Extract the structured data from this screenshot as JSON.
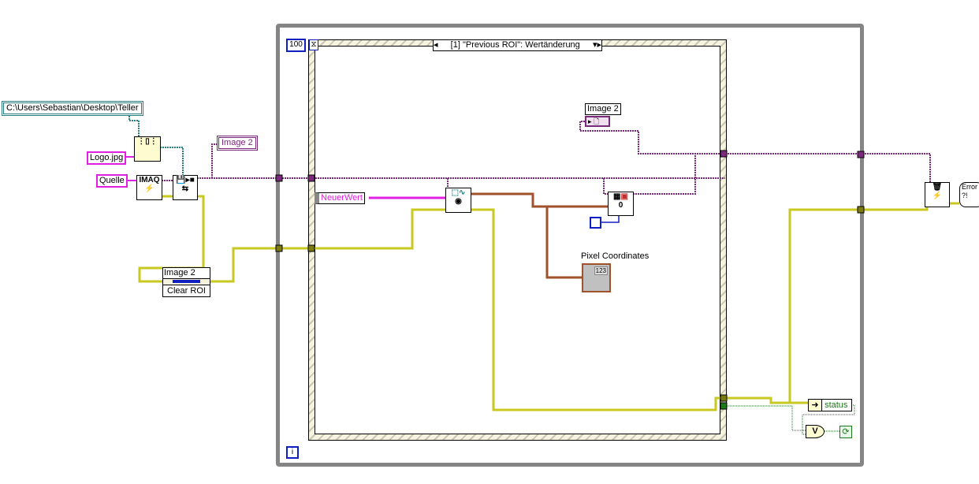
{
  "left": {
    "path_constant": "C:\\Users\\Sebastian\\Desktop\\Teller",
    "file_name": "Logo.jpg",
    "image_name": "Quelle",
    "imaq_node": "IMAQ",
    "image_indicator": "Image 2",
    "property_node": {
      "title": "Image 2",
      "property": "Clear ROI"
    }
  },
  "loop": {
    "wait_ms": "100",
    "iteration": "i"
  },
  "event": {
    "selector": "[1] \"Previous ROI\": Wertänderung",
    "new_value": "NeuerWert",
    "image_ref_label": "Image 2",
    "pixel_label": "Pixel Coordinates",
    "pixel_num": "123"
  },
  "right": {
    "status": "status",
    "or_gate": "V",
    "error_label": "Error"
  },
  "colors": {
    "image": "#7a2a7a",
    "error": "#c8c820",
    "string": "#e020e0",
    "path": "#2a8080",
    "pixel": "#a0522d",
    "bool": "#1a7a1a",
    "loop": "#858585"
  }
}
